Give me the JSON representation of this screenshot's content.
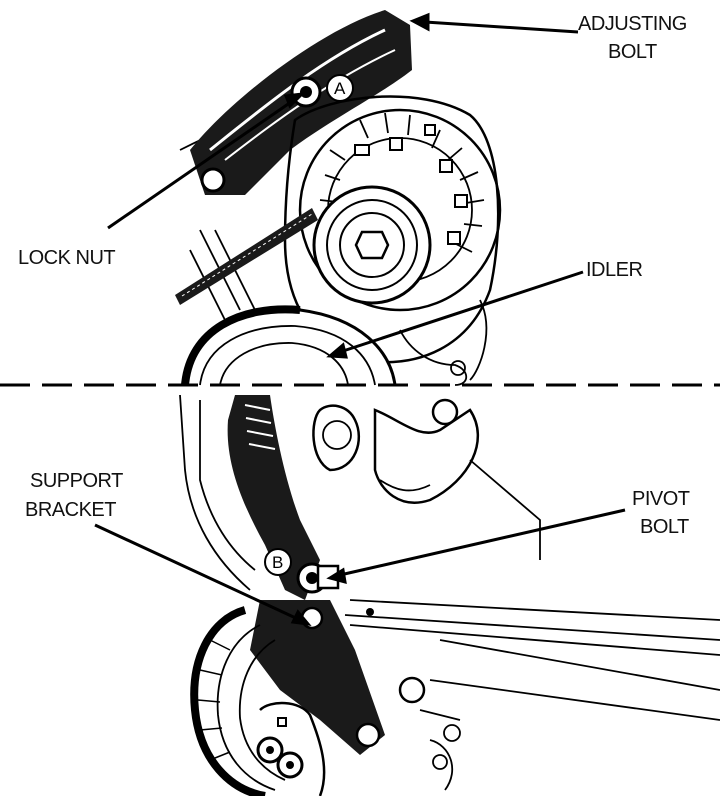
{
  "labels": {
    "adjusting_bolt_line1": "ADJUSTING",
    "adjusting_bolt_line2": "BOLT",
    "lock_nut": "LOCK NUT",
    "idler": "IDLER",
    "support_bracket_line1": "SUPPORT",
    "support_bracket_line2": "BRACKET",
    "pivot_bolt_line1": "PIVOT",
    "pivot_bolt_line2": "BOLT",
    "callout_a": "A",
    "callout_b": "B"
  }
}
